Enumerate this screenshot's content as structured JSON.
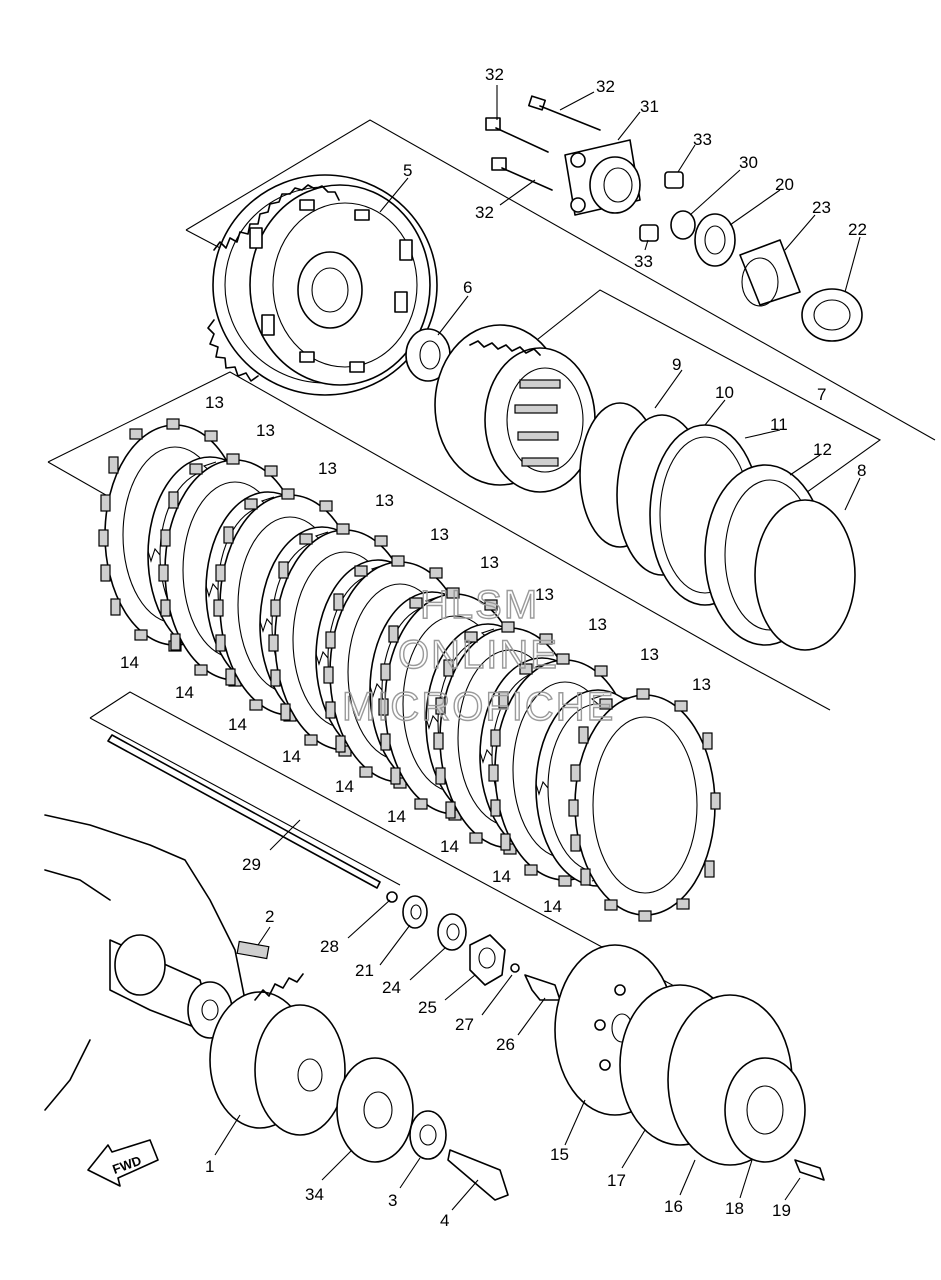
{
  "watermark": {
    "line1": "HLSM",
    "line2": "ONLINE",
    "line3": "MICROFICHE"
  },
  "direction_marker": "FWD",
  "callouts": [
    {
      "id": "c32a",
      "text": "32"
    },
    {
      "id": "c32b",
      "text": "32"
    },
    {
      "id": "c31",
      "text": "31"
    },
    {
      "id": "c33a",
      "text": "33"
    },
    {
      "id": "c30",
      "text": "30"
    },
    {
      "id": "c20",
      "text": "20"
    },
    {
      "id": "c23",
      "text": "23"
    },
    {
      "id": "c22",
      "text": "22"
    },
    {
      "id": "c32c",
      "text": "32"
    },
    {
      "id": "c33b",
      "text": "33"
    },
    {
      "id": "c5",
      "text": "5"
    },
    {
      "id": "c6",
      "text": "6"
    },
    {
      "id": "c9",
      "text": "9"
    },
    {
      "id": "c10",
      "text": "10"
    },
    {
      "id": "c7",
      "text": "7"
    },
    {
      "id": "c11",
      "text": "11"
    },
    {
      "id": "c12",
      "text": "12"
    },
    {
      "id": "c8",
      "text": "8"
    },
    {
      "id": "c13a",
      "text": "13"
    },
    {
      "id": "c13b",
      "text": "13"
    },
    {
      "id": "c13c",
      "text": "13"
    },
    {
      "id": "c13d",
      "text": "13"
    },
    {
      "id": "c13e",
      "text": "13"
    },
    {
      "id": "c13f",
      "text": "13"
    },
    {
      "id": "c13g",
      "text": "13"
    },
    {
      "id": "c13h",
      "text": "13"
    },
    {
      "id": "c13i",
      "text": "13"
    },
    {
      "id": "c13j",
      "text": "13"
    },
    {
      "id": "c14a",
      "text": "14"
    },
    {
      "id": "c14b",
      "text": "14"
    },
    {
      "id": "c14c",
      "text": "14"
    },
    {
      "id": "c14d",
      "text": "14"
    },
    {
      "id": "c14e",
      "text": "14"
    },
    {
      "id": "c14f",
      "text": "14"
    },
    {
      "id": "c14g",
      "text": "14"
    },
    {
      "id": "c14h",
      "text": "14"
    },
    {
      "id": "c14i",
      "text": "14"
    },
    {
      "id": "c29",
      "text": "29"
    },
    {
      "id": "c2",
      "text": "2"
    },
    {
      "id": "c28",
      "text": "28"
    },
    {
      "id": "c21",
      "text": "21"
    },
    {
      "id": "c24",
      "text": "24"
    },
    {
      "id": "c25",
      "text": "25"
    },
    {
      "id": "c27",
      "text": "27"
    },
    {
      "id": "c26",
      "text": "26"
    },
    {
      "id": "c1",
      "text": "1"
    },
    {
      "id": "c34",
      "text": "34"
    },
    {
      "id": "c3",
      "text": "3"
    },
    {
      "id": "c4",
      "text": "4"
    },
    {
      "id": "c15",
      "text": "15"
    },
    {
      "id": "c17",
      "text": "17"
    },
    {
      "id": "c16",
      "text": "16"
    },
    {
      "id": "c18",
      "text": "18"
    },
    {
      "id": "c19",
      "text": "19"
    }
  ]
}
